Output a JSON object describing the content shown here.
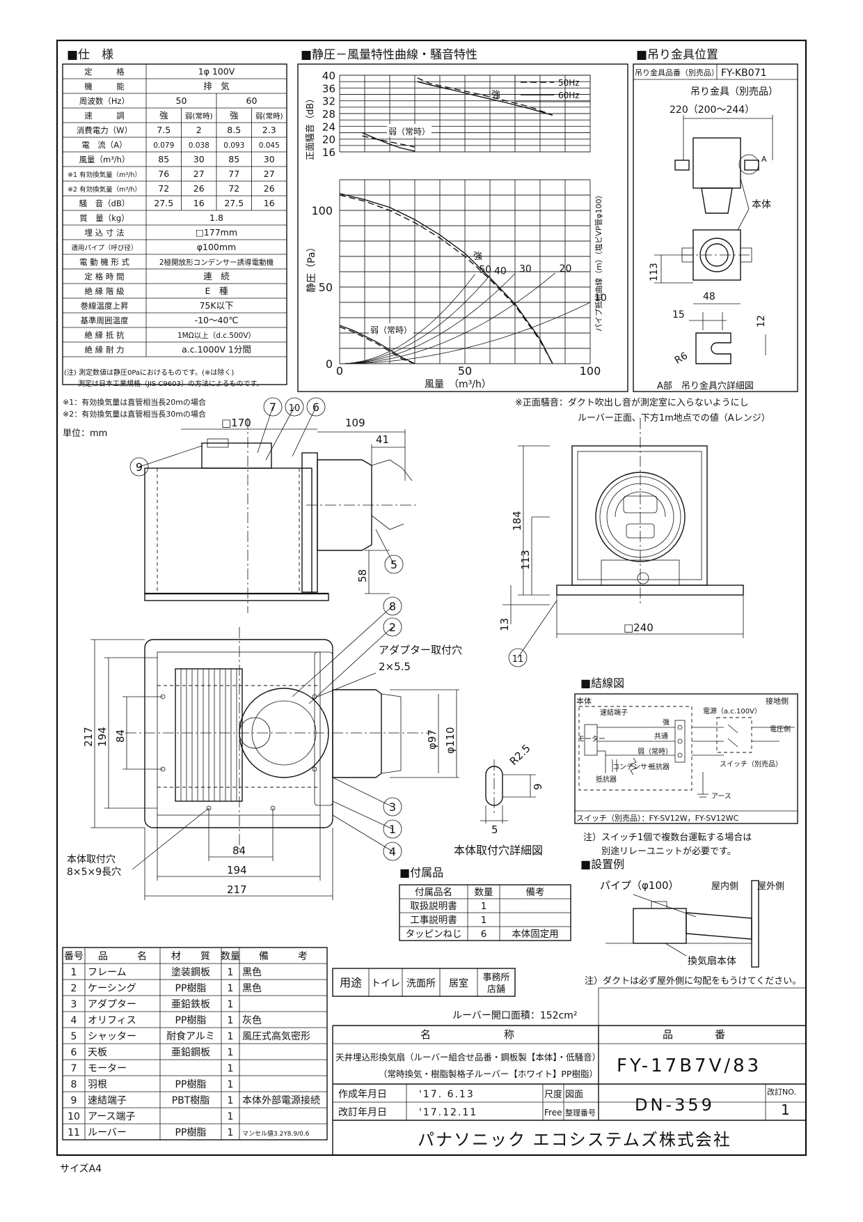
{
  "sections": {
    "spec": "■仕　様",
    "chart": "■静圧－風量特性曲線・騒音特性",
    "hanger": "■吊り金具位置",
    "wiring": "■結線図",
    "accessories": "■付属品",
    "install": "■設置例"
  },
  "spec_table": {
    "rows": [
      [
        "定　　　格",
        "1φ 100V"
      ],
      [
        "機　　　能",
        "排　気"
      ],
      [
        "周波数（Hz）",
        "50",
        "60"
      ],
      [
        "速　　　調",
        "強",
        "弱(常時)",
        "強",
        "弱(常時)"
      ],
      [
        "消費電力（W）",
        "7.5",
        "2",
        "8.5",
        "2.3"
      ],
      [
        "電　流（A）",
        "0.079",
        "0.038",
        "0.093",
        "0.045"
      ],
      [
        "風量（m³/h）",
        "85",
        "30",
        "85",
        "30"
      ],
      [
        "※1 有効換気量（m³/h）",
        "76",
        "27",
        "77",
        "27"
      ],
      [
        "※2 有効換気量（m³/h）",
        "72",
        "26",
        "72",
        "26"
      ],
      [
        "騒　音（dB）",
        "27.5",
        "16",
        "27.5",
        "16"
      ],
      [
        "質　量（kg）",
        "1.8"
      ],
      [
        "埋 込 寸 法",
        "□177mm"
      ],
      [
        "適用パイプ（呼び径）",
        "φ100mm"
      ],
      [
        "電 動 機 形 式",
        "2極開放形コンデンサー誘導電動機"
      ],
      [
        "定 格 時 間",
        "連　続"
      ],
      [
        "絶 縁 階 級",
        "E　種"
      ],
      [
        "巻線温度上昇",
        "75K以下"
      ],
      [
        "基準周囲温度",
        "-10～40℃"
      ],
      [
        "絶 縁 抵 抗",
        "1MΩ以上（d.c.500V）"
      ],
      [
        "絶 縁 耐 力",
        "a.c.1000V 1分間"
      ]
    ],
    "note1": "(注) 測定数値は静圧0Paにおけるものです。(※は除く)",
    "note2": "　　測定は日本工業規格（JIS C9603）の方法によるものです。"
  },
  "footnotes": {
    "n1": "※1：有効換気量は直管相当長20mの場合",
    "n2": "※2：有効換気量は直管相当長30mの場合",
    "unit": "単位：mm"
  },
  "chart_data": {
    "type": "line",
    "noise_panel": {
      "ylabel": "正面騒音（dB）",
      "yticks": [
        "40",
        "36",
        "32",
        "28",
        "24",
        "20",
        "16"
      ],
      "legend": [
        "50Hz",
        "60Hz"
      ],
      "label_strong": "強",
      "label_weak": "弱（常時）",
      "series": [
        {
          "name": "50Hz",
          "label": "強",
          "x": [
            31,
            36,
            46,
            56,
            66,
            76,
            85
          ],
          "y": [
            39.2,
            37.4,
            35.7,
            34.0,
            32.1,
            30.1,
            27.5
          ]
        },
        {
          "name": "60Hz",
          "label": "強",
          "x": [
            31,
            36,
            46,
            56,
            66,
            76,
            85
          ],
          "y": [
            38.0,
            37.0,
            35.2,
            33.3,
            31.5,
            29.5,
            27.5
          ]
        },
        {
          "name": "50Hz",
          "label": "弱（常時）",
          "x": [
            9,
            14,
            19,
            24,
            30
          ],
          "y": [
            21.0,
            20.1,
            19.3,
            18.5,
            17.5
          ]
        },
        {
          "name": "60Hz",
          "label": "弱（常時）",
          "x": [
            9,
            14,
            19,
            24,
            30
          ],
          "y": [
            22.0,
            20.3,
            18.7,
            17.3,
            16.2
          ]
        }
      ]
    },
    "pressure_panel": {
      "xlabel": "風量　（m³/h）",
      "ylabel": "静圧（Pa）",
      "y2label": "パイプ抵抗曲線（m）（塩ビVP管φ100）",
      "xticks": [
        "0",
        "50",
        "100"
      ],
      "yticks": [
        "0",
        "50",
        "100"
      ],
      "xlim": [
        0,
        100
      ],
      "ylim": [
        0,
        120
      ],
      "label_strong": "強",
      "label_weak": "弱（常時）",
      "series": [
        {
          "name": "50Hz",
          "label": "強",
          "x": [
            0,
            10,
            20,
            30,
            40,
            50,
            60,
            70,
            80,
            85
          ],
          "y": [
            110,
            106,
            100,
            92,
            82,
            70,
            55,
            38,
            15,
            0
          ]
        },
        {
          "name": "60Hz",
          "label": "強",
          "x": [
            0,
            10,
            20,
            30,
            40,
            50,
            60,
            70,
            80,
            85
          ],
          "y": [
            111,
            107,
            102,
            94,
            84,
            72,
            56,
            39,
            16,
            0
          ]
        },
        {
          "name": "50Hz",
          "label": "弱（常時）",
          "x": [
            0,
            5,
            10,
            15,
            20,
            25,
            30
          ],
          "y": [
            24,
            21,
            17,
            13,
            8,
            3,
            0
          ]
        },
        {
          "name": "60Hz",
          "label": "弱（常時）",
          "x": [
            0,
            5,
            10,
            15,
            20,
            25,
            30
          ],
          "y": [
            25,
            22,
            18,
            14,
            9,
            4,
            0
          ]
        }
      ],
      "pipe_curves": [
        {
          "label": "50",
          "k": 0.02
        },
        {
          "label": "40",
          "k": 0.016
        },
        {
          "label": "30",
          "k": 0.012
        },
        {
          "label": "20",
          "k": 0.008
        },
        {
          "label": "10",
          "k": 0.004
        }
      ]
    }
  },
  "hanger": {
    "part_label": "吊り金具品番（別売品）",
    "part_no": "FY-KB071",
    "bracket": "吊り金具（別売品）",
    "dim_220": "220（200～244）",
    "body": "本体",
    "mark_a": "A",
    "dim_113": "113",
    "dim_48": "48",
    "dim_15": "15",
    "dim_12": "12",
    "dim_r6": "R6",
    "caption": "A部　吊り金具穴詳細図"
  },
  "noise_note": {
    "l1": "※正面騒音：ダクト吹出し音が測定室に入らないようにし",
    "l2": "ルーバー正面、下方1m地点での値（Aレンジ）"
  },
  "dims": {
    "d170": "□170",
    "d109": "109",
    "d41": "41",
    "d58": "58",
    "d184": "184",
    "d113": "113",
    "d13": "13",
    "d240": "□240",
    "d217": "217",
    "d194": "194",
    "d84": "84",
    "adapter_hole": "アダプター取付穴",
    "adapter_hole_dim": "2×5.5",
    "d97": "φ97",
    "d110": "φ110",
    "mount_hole": "本体取付穴",
    "mount_hole_dim": "8×5×9長穴",
    "r25": "R2.5",
    "d9": "9",
    "d5": "5",
    "mount_detail": "本体取付穴詳細図"
  },
  "balloons": [
    "1",
    "2",
    "3",
    "4",
    "5",
    "6",
    "7",
    "8",
    "9",
    "10",
    "11"
  ],
  "wiring": {
    "body": "本体",
    "ground_side": "接地側",
    "terminal": "速結端子",
    "motor": "モーター",
    "strong": "強",
    "common": "共通",
    "weak": "弱（常時）",
    "capacitor": "コンデンサー",
    "resistor": "抵抗器",
    "power": "電源（a.c.100V）",
    "voltage_side": "電圧側",
    "switch": "スイッチ（別売品）",
    "earth": "アース",
    "switch_models": "スイッチ（別売品）：FY-SV12W，FY-SV12WC",
    "note1": "注）スイッチ1個で複数台運転する場合は",
    "note2": "別途リレーユニットが必要です。"
  },
  "accessories": {
    "headers": [
      "付属品名",
      "数量",
      "備考"
    ],
    "rows": [
      [
        "取扱説明書",
        "1",
        ""
      ],
      [
        "工事説明書",
        "1",
        ""
      ],
      [
        "タッピンねじ",
        "6",
        "本体固定用"
      ]
    ]
  },
  "install": {
    "pipe": "パイプ（φ100）",
    "indoor": "屋内側",
    "outdoor": "屋外側",
    "body": "換気扇本体",
    "note": "注）ダクトは必ず屋外側に勾配をもうけてください。"
  },
  "parts": {
    "headers": [
      "番号",
      "品　　　名",
      "材　　質",
      "数量",
      "備　　　考"
    ],
    "rows": [
      [
        "1",
        "フレーム",
        "塗装鋼板",
        "1",
        "黒色"
      ],
      [
        "2",
        "ケーシング",
        "PP樹脂",
        "1",
        "黒色"
      ],
      [
        "3",
        "アダプター",
        "亜鉛鉄板",
        "1",
        ""
      ],
      [
        "4",
        "オリフィス",
        "PP樹脂",
        "1",
        "灰色"
      ],
      [
        "5",
        "シャッター",
        "耐食アルミ",
        "1",
        "風圧式高気密形"
      ],
      [
        "6",
        "天板",
        "亜鉛鋼板",
        "1",
        ""
      ],
      [
        "7",
        "モーター",
        "",
        "1",
        ""
      ],
      [
        "8",
        "羽根",
        "PP樹脂",
        "1",
        ""
      ],
      [
        "9",
        "速結端子",
        "PBT樹脂",
        "1",
        "本体外部電源接続"
      ],
      [
        "10",
        "アース端子",
        "",
        "1",
        ""
      ],
      [
        "11",
        "ルーバー",
        "PP樹脂",
        "1",
        "マンセル値3.2Y8.9/0.6"
      ]
    ]
  },
  "usage": {
    "label": "用途",
    "items": [
      "トイレ",
      "洗面所",
      "居室",
      "事務所 店舗"
    ],
    "louver_area": "ルーバー開口面積：152cm²"
  },
  "title_block": {
    "name_head": "名　　　　　　　称",
    "no_head": "品　　　　番",
    "name1": "天井埋込形換気扇（ルーバー組合せ品番・鋼板製【本体】・低騒音）",
    "name2": "（常時換気・樹脂製格子ルーバー【ホワイト】PP樹脂）",
    "product_no": "FY-17B7V/83",
    "created_label": "作成年月日",
    "created": "'17. 6.13",
    "revised_label": "改訂年月日",
    "revised": "'17.12.11",
    "scale_label": "尺度",
    "scale": "Free",
    "drawing_label": "図面",
    "ref_label": "整理番号",
    "drawing_no": "DN-359",
    "rev_label": "改訂NO.",
    "rev_no": "1",
    "company": "パナソニック エコシステムズ株式会社"
  },
  "paper_size": "サイズA4"
}
